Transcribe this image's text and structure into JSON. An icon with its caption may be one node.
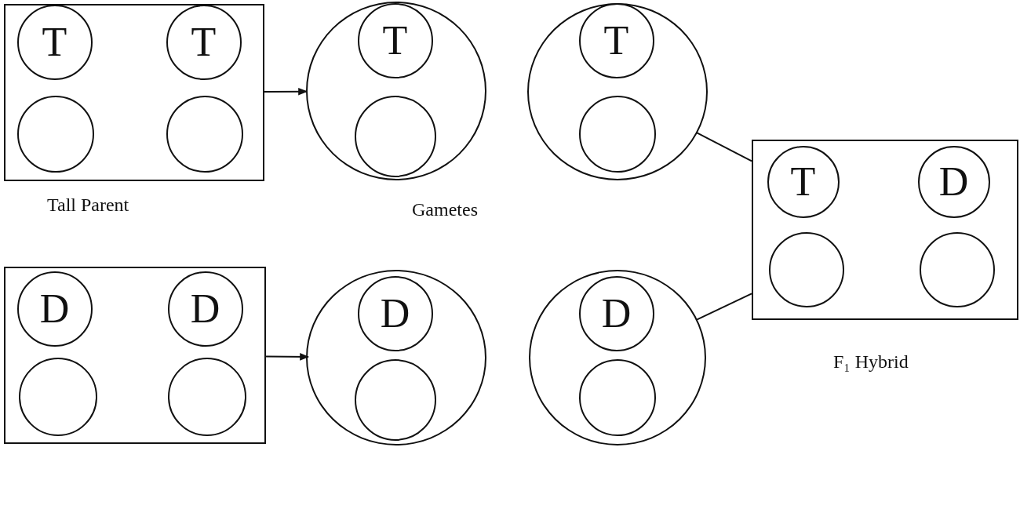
{
  "diagram": {
    "nodes": [
      {
        "text": [],
        "shape": "box",
        "beside": [
          "Tall Parent"
        ]
      },
      {
        "text": [
          "T"
        ],
        "in": 0
      },
      {
        "text": [
          "T"
        ],
        "in": 0
      },
      {
        "text": [],
        "shape": "circle",
        "in": 0
      },
      {
        "text": [],
        "shape": "circle",
        "in": 0
      },
      {
        "text": [],
        "shape": "circle"
      },
      {
        "text": [
          "T"
        ],
        "in": 5
      },
      {
        "text": [],
        "shape": "circle",
        "in": 5
      },
      {
        "text": [],
        "shape": "circle"
      },
      {
        "text": [
          "T"
        ],
        "in": 8
      },
      {
        "text": [],
        "shape": "circle",
        "in": 8
      },
      {
        "text": [],
        "shape": "box",
        "beside": [
          "F₁ Hybrid"
        ]
      },
      {
        "text": [
          "T"
        ],
        "in": 11
      },
      {
        "text": [
          "D"
        ],
        "in": 11
      },
      {
        "text": [],
        "shape": "circle",
        "in": 11
      },
      {
        "text": [],
        "shape": "circle",
        "in": 11
      },
      {
        "text": [],
        "shape": "box"
      },
      {
        "text": [
          "D"
        ],
        "in": 16
      },
      {
        "text": [
          "D"
        ],
        "in": 16
      },
      {
        "text": [],
        "shape": "circle",
        "in": 16
      },
      {
        "text": [],
        "shape": "circle",
        "in": 16
      },
      {
        "text": [],
        "shape": "circle"
      },
      {
        "text": [
          "D"
        ],
        "in": 21
      },
      {
        "text": [],
        "shape": "circle",
        "in": 21
      },
      {
        "text": [],
        "shape": "circle"
      },
      {
        "text": [
          "D"
        ],
        "in": 24
      },
      {
        "text": [],
        "shape": "circle",
        "in": 24
      }
    ],
    "edges": [
      {
        "from": 0,
        "to": 5,
        "arrow": "to"
      },
      {
        "from": 16,
        "to": 21,
        "arrow": "to"
      },
      {
        "from": 8,
        "to": 11,
        "arrow": "none"
      },
      {
        "from": 24,
        "to": 11,
        "arrow": "none"
      }
    ],
    "labels": [
      "Gametes"
    ]
  }
}
